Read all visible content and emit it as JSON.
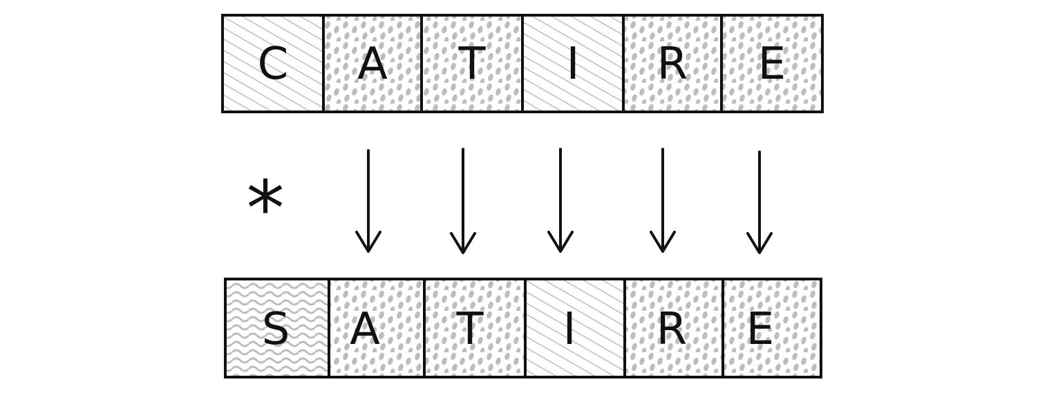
{
  "top_row": {
    "cells": [
      {
        "letter": "C",
        "pattern": "hatch"
      },
      {
        "letter": "A",
        "pattern": "dots"
      },
      {
        "letter": "T",
        "pattern": "dots"
      },
      {
        "letter": "I",
        "pattern": "hatch"
      },
      {
        "letter": "R",
        "pattern": "dots"
      },
      {
        "letter": "E",
        "pattern": "dots"
      }
    ]
  },
  "bottom_row": {
    "cells": [
      {
        "letter": "S",
        "pattern": "wave"
      },
      {
        "letter": "A",
        "pattern": "dots"
      },
      {
        "letter": "T",
        "pattern": "dots"
      },
      {
        "letter": "I",
        "pattern": "hatch"
      },
      {
        "letter": "R",
        "pattern": "dots"
      },
      {
        "letter": "E",
        "pattern": "dots"
      }
    ]
  },
  "mutation_marker": "*",
  "colors": {
    "ink": "#111111",
    "pattern": "#bdbdbd"
  }
}
